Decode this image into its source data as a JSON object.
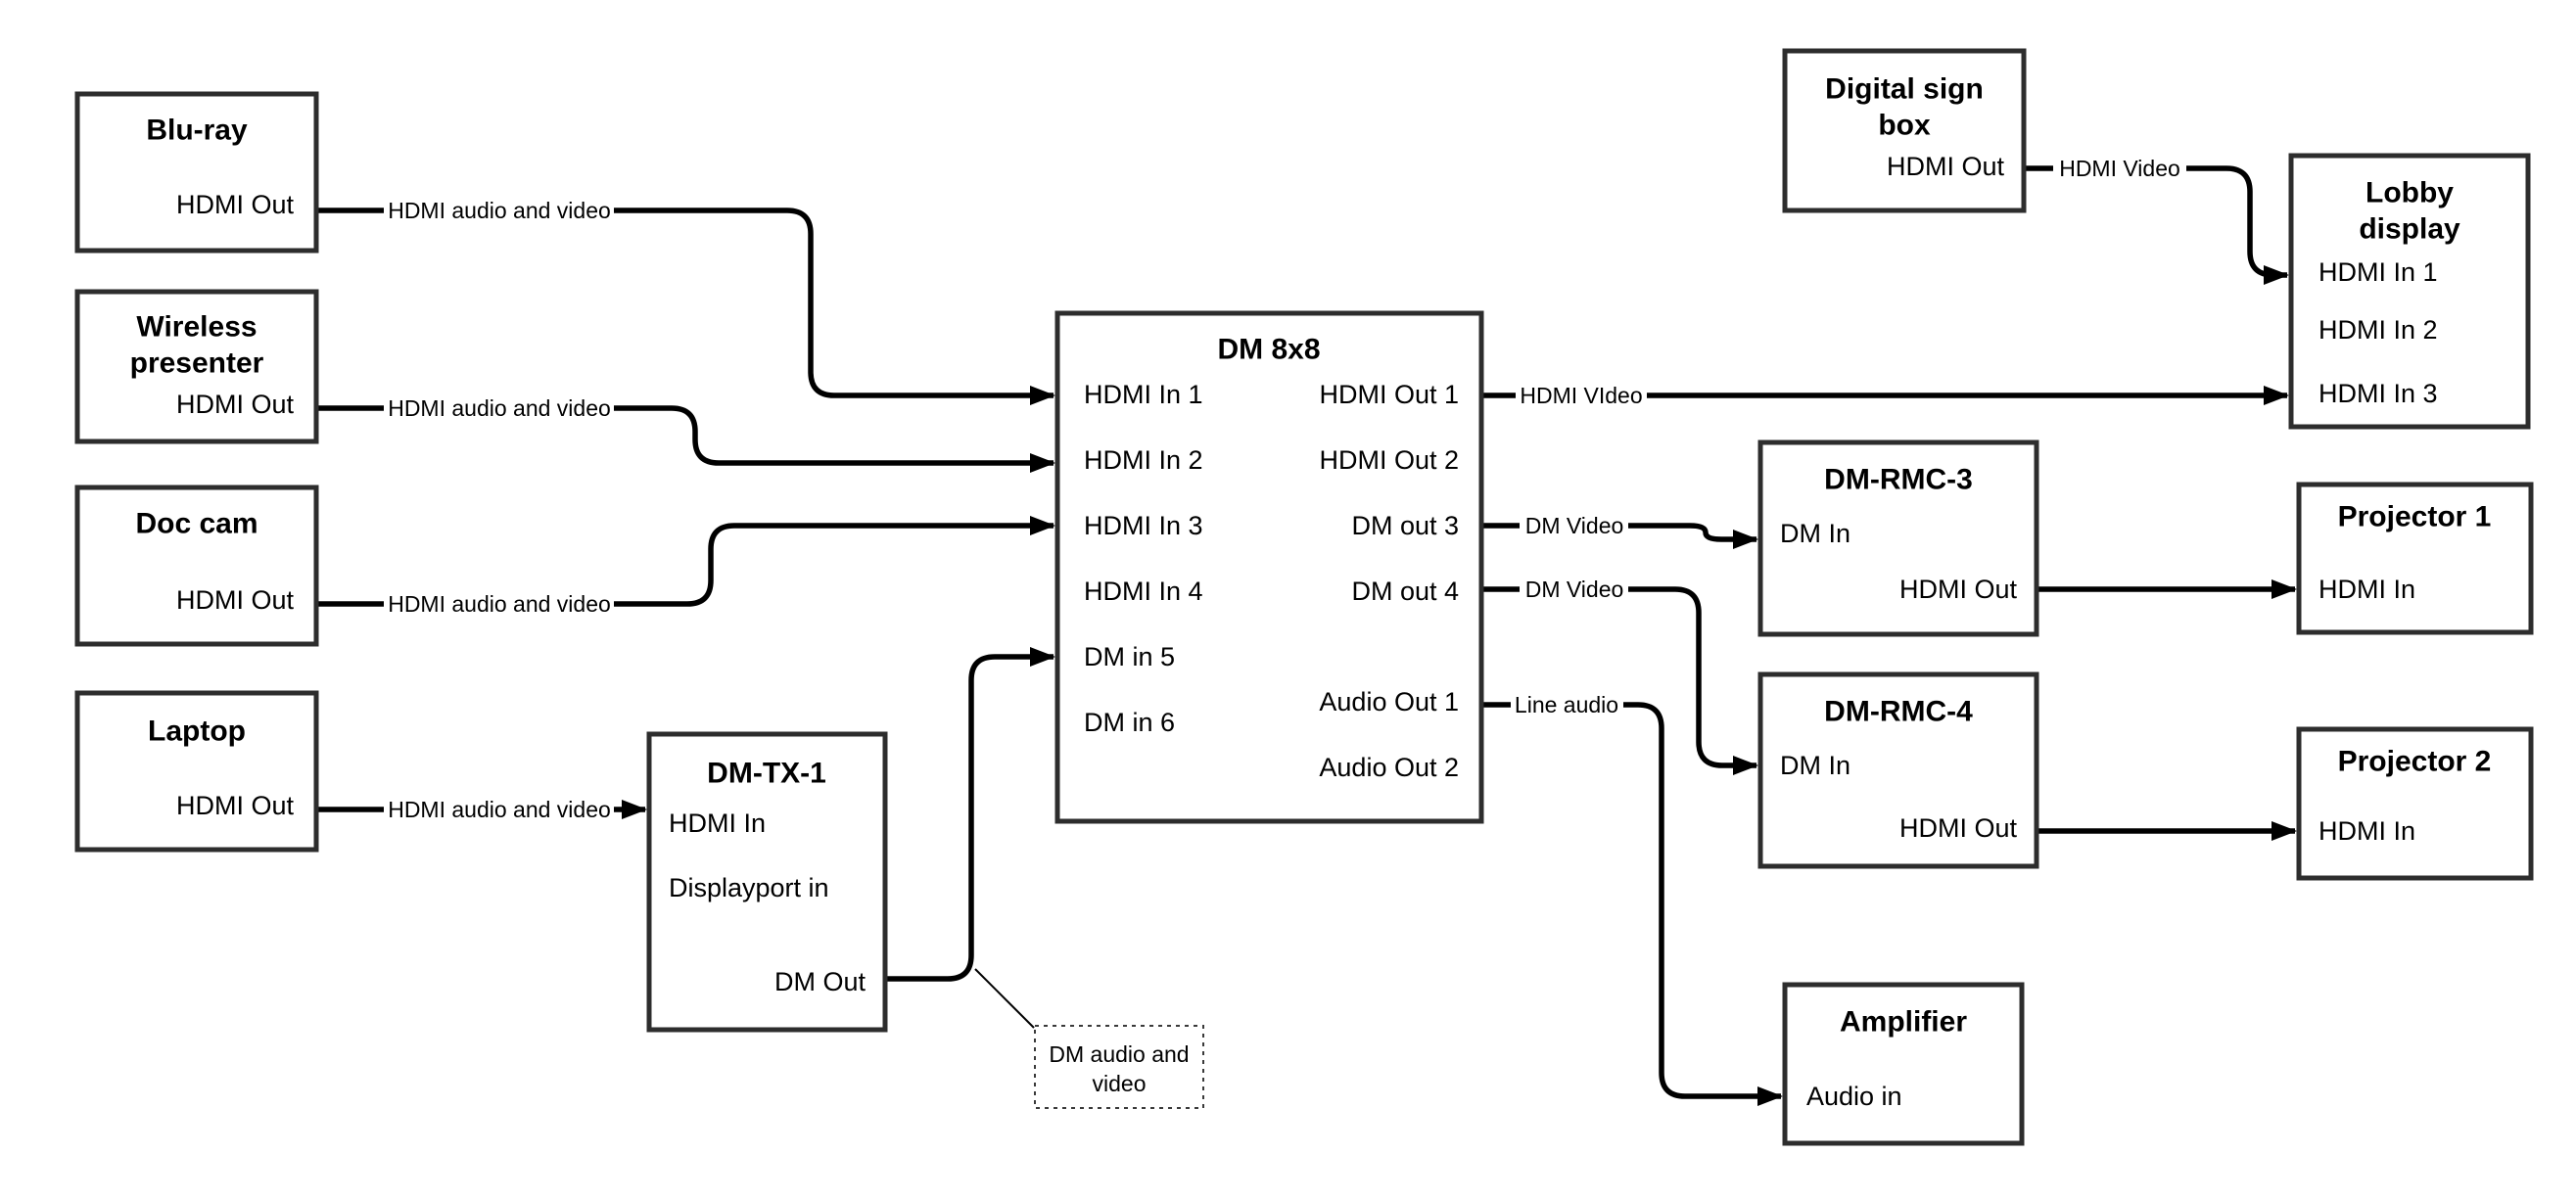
{
  "style": {
    "background": "#ffffff",
    "ink": "#000000",
    "box_border": "#2d2d2d"
  },
  "boxes": {
    "bluray": {
      "title": "Blu-ray",
      "ports": {
        "hdmi_out": "HDMI Out"
      }
    },
    "wireless_presenter": {
      "title_line1": "Wireless",
      "title_line2": "presenter",
      "ports": {
        "hdmi_out": "HDMI Out"
      }
    },
    "doc_cam": {
      "title": "Doc cam",
      "ports": {
        "hdmi_out": "HDMI Out"
      }
    },
    "laptop": {
      "title": "Laptop",
      "ports": {
        "hdmi_out": "HDMI Out"
      }
    },
    "dm_tx_1": {
      "title": "DM-TX-1",
      "ports": {
        "hdmi_in": "HDMI In",
        "displayport_in": "Displayport in",
        "dm_out": "DM Out"
      }
    },
    "dm_8x8": {
      "title": "DM 8x8",
      "ports": {
        "hdmi_in_1": "HDMI In 1",
        "hdmi_in_2": "HDMI In 2",
        "hdmi_in_3": "HDMI In 3",
        "hdmi_in_4": "HDMI In 4",
        "dm_in_5": "DM in 5",
        "dm_in_6": "DM in 6",
        "hdmi_out_1": "HDMI Out 1",
        "hdmi_out_2": "HDMI Out 2",
        "dm_out_3": "DM out 3",
        "dm_out_4": "DM out 4",
        "audio_out_1": "Audio Out 1",
        "audio_out_2": "Audio Out 2"
      }
    },
    "digital_sign_box": {
      "title_line1": "Digital sign",
      "title_line2": "box",
      "ports": {
        "hdmi_out": "HDMI Out"
      }
    },
    "lobby_display": {
      "title_line1": "Lobby",
      "title_line2": "display",
      "ports": {
        "hdmi_in_1": "HDMI In 1",
        "hdmi_in_2": "HDMI In 2",
        "hdmi_in_3": "HDMI In 3"
      }
    },
    "dm_rmc_3": {
      "title": "DM-RMC-3",
      "ports": {
        "dm_in": "DM In",
        "hdmi_out": "HDMI Out"
      }
    },
    "projector_1": {
      "title": "Projector 1",
      "ports": {
        "hdmi_in": "HDMI In"
      }
    },
    "dm_rmc_4": {
      "title": "DM-RMC-4",
      "ports": {
        "dm_in": "DM In",
        "hdmi_out": "HDMI Out"
      }
    },
    "projector_2": {
      "title": "Projector 2",
      "ports": {
        "hdmi_in": "HDMI In"
      }
    },
    "amplifier": {
      "title": "Amplifier",
      "ports": {
        "audio_in": "Audio in"
      }
    }
  },
  "connections": {
    "bluray_to_dm": "HDMI audio and video",
    "wireless_to_dm": "HDMI audio and video",
    "doccam_to_dm": "HDMI audio and video",
    "laptop_to_tx": "HDMI audio and video",
    "hdmi_out_1": "HDMI VIdeo",
    "dm_out_3": "DM Video",
    "dm_out_4": "DM Video",
    "audio_out_1": "Line audio",
    "sign_to_lobby": "HDMI Video"
  },
  "callout": {
    "line1": "DM audio and",
    "line2": "video"
  }
}
